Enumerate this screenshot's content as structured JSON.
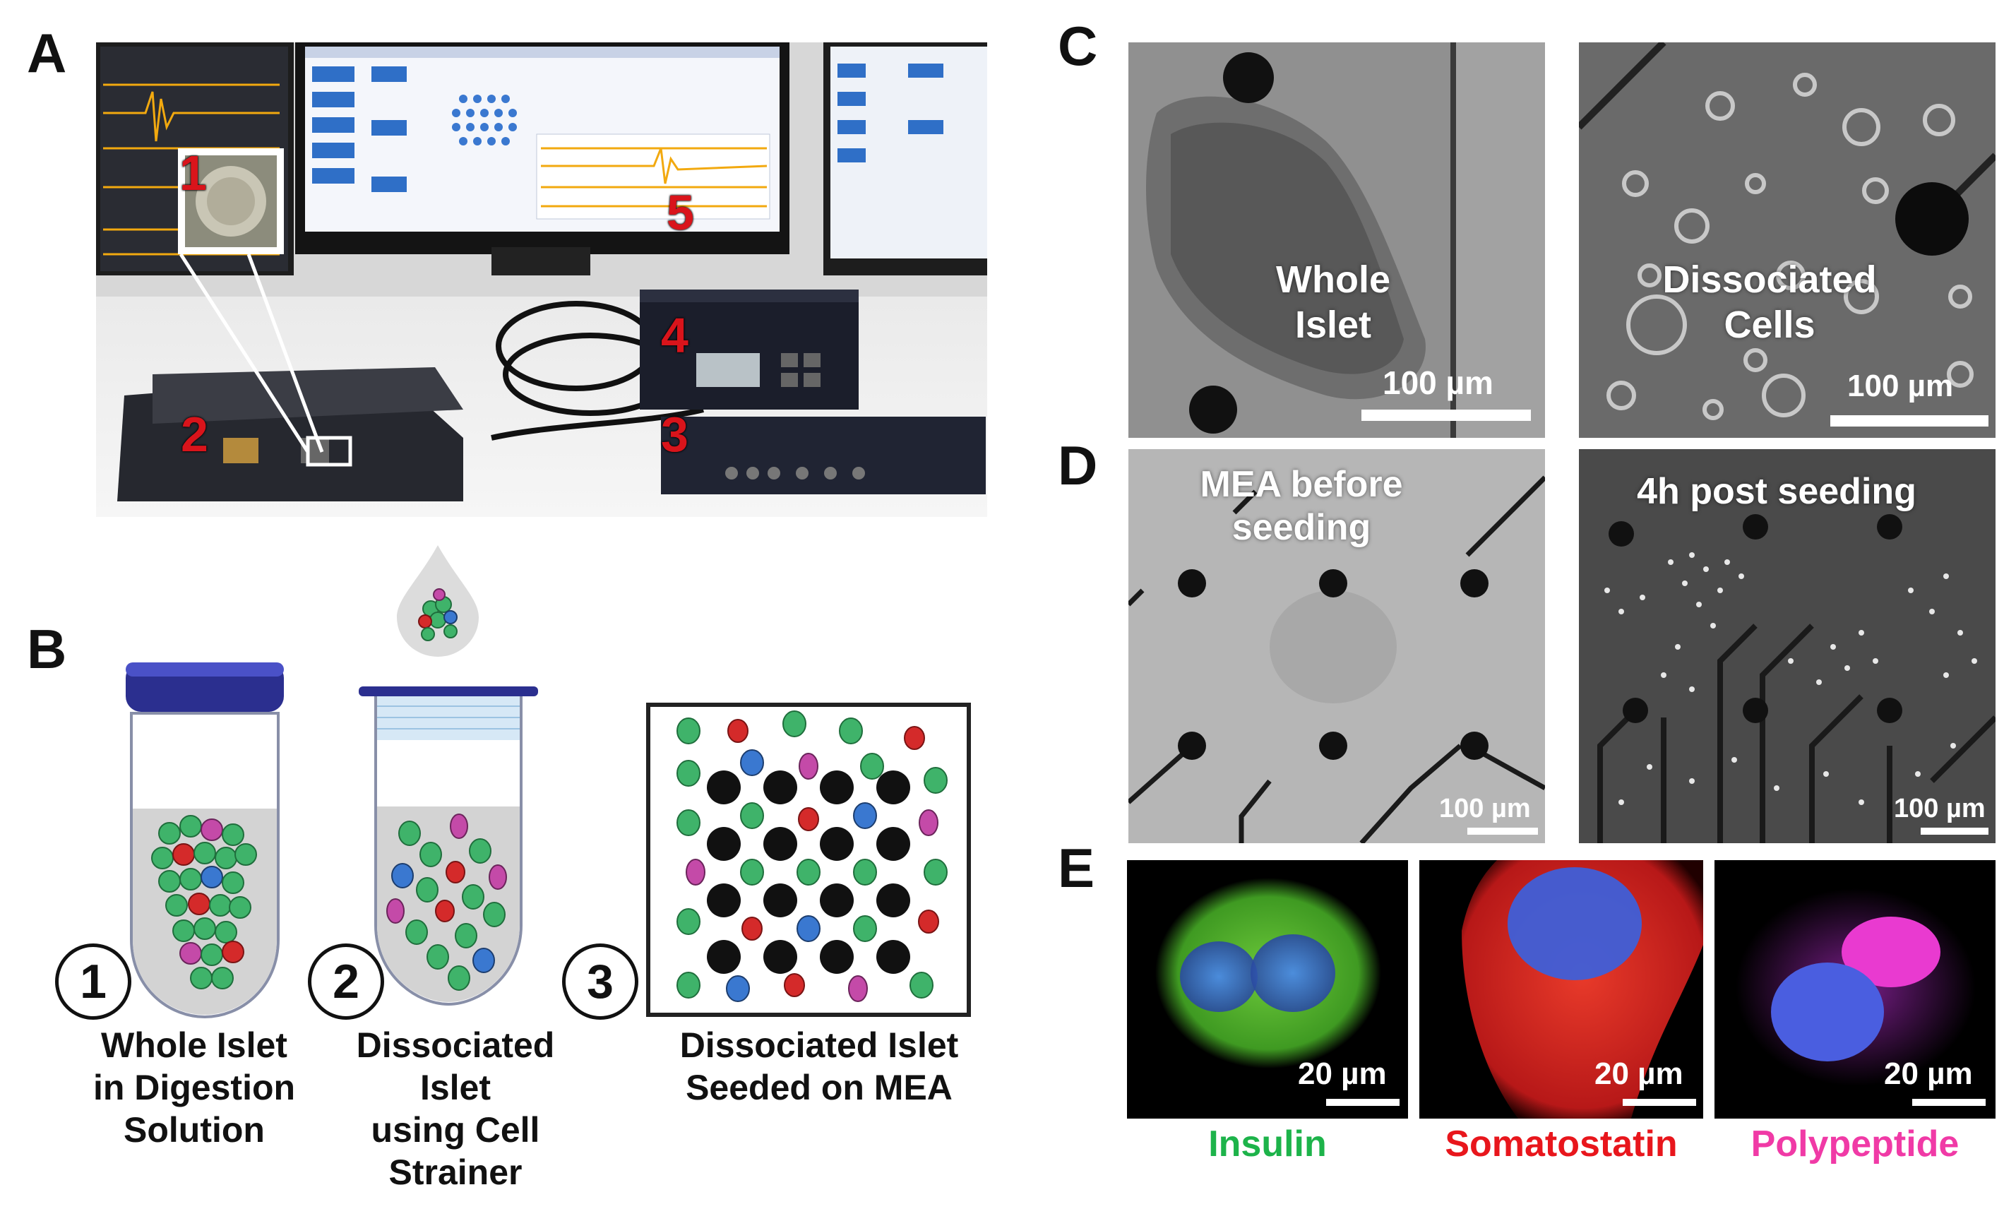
{
  "panels": {
    "A": {
      "letter": "A",
      "callouts": [
        "1",
        "2",
        "3",
        "4",
        "5"
      ]
    },
    "B": {
      "letter": "B",
      "steps": [
        {
          "number": "1",
          "caption_lines": [
            "Whole Islet",
            "in Digestion",
            "Solution"
          ]
        },
        {
          "number": "2",
          "caption_lines": [
            "Dissociated",
            "Islet",
            "using Cell",
            "Strainer"
          ]
        },
        {
          "number": "3",
          "caption_lines": [
            "Dissociated Islet",
            "Seeded on MEA"
          ]
        }
      ]
    },
    "C": {
      "letter": "C",
      "images": [
        {
          "label_lines": [
            "Whole",
            "Islet"
          ],
          "scale": "100 µm"
        },
        {
          "label_lines": [
            "Dissociated",
            "Cells"
          ],
          "scale": "100 µm"
        }
      ]
    },
    "D": {
      "letter": "D",
      "images": [
        {
          "label_lines": [
            "MEA before",
            "seeding"
          ],
          "scale": "100 µm"
        },
        {
          "label_lines": [
            "4h post seeding"
          ],
          "scale": "100 µm"
        }
      ]
    },
    "E": {
      "letter": "E",
      "images": [
        {
          "label": "Insulin",
          "scale": "20 µm",
          "label_color": "#1db34a"
        },
        {
          "label": "Somatostatin",
          "scale": "20 µm",
          "label_color": "#e8161c"
        },
        {
          "label": "Polypeptide",
          "scale": "20 µm",
          "label_color": "#f03aa6"
        }
      ]
    }
  },
  "colors": {
    "cell_green": "#3fb36a",
    "cell_red": "#d42a2a",
    "cell_blue": "#3a78d0",
    "cell_magenta": "#c44aa8",
    "cap_blue": "#2b2f8f",
    "trace_yellow": "#f2a90f"
  }
}
